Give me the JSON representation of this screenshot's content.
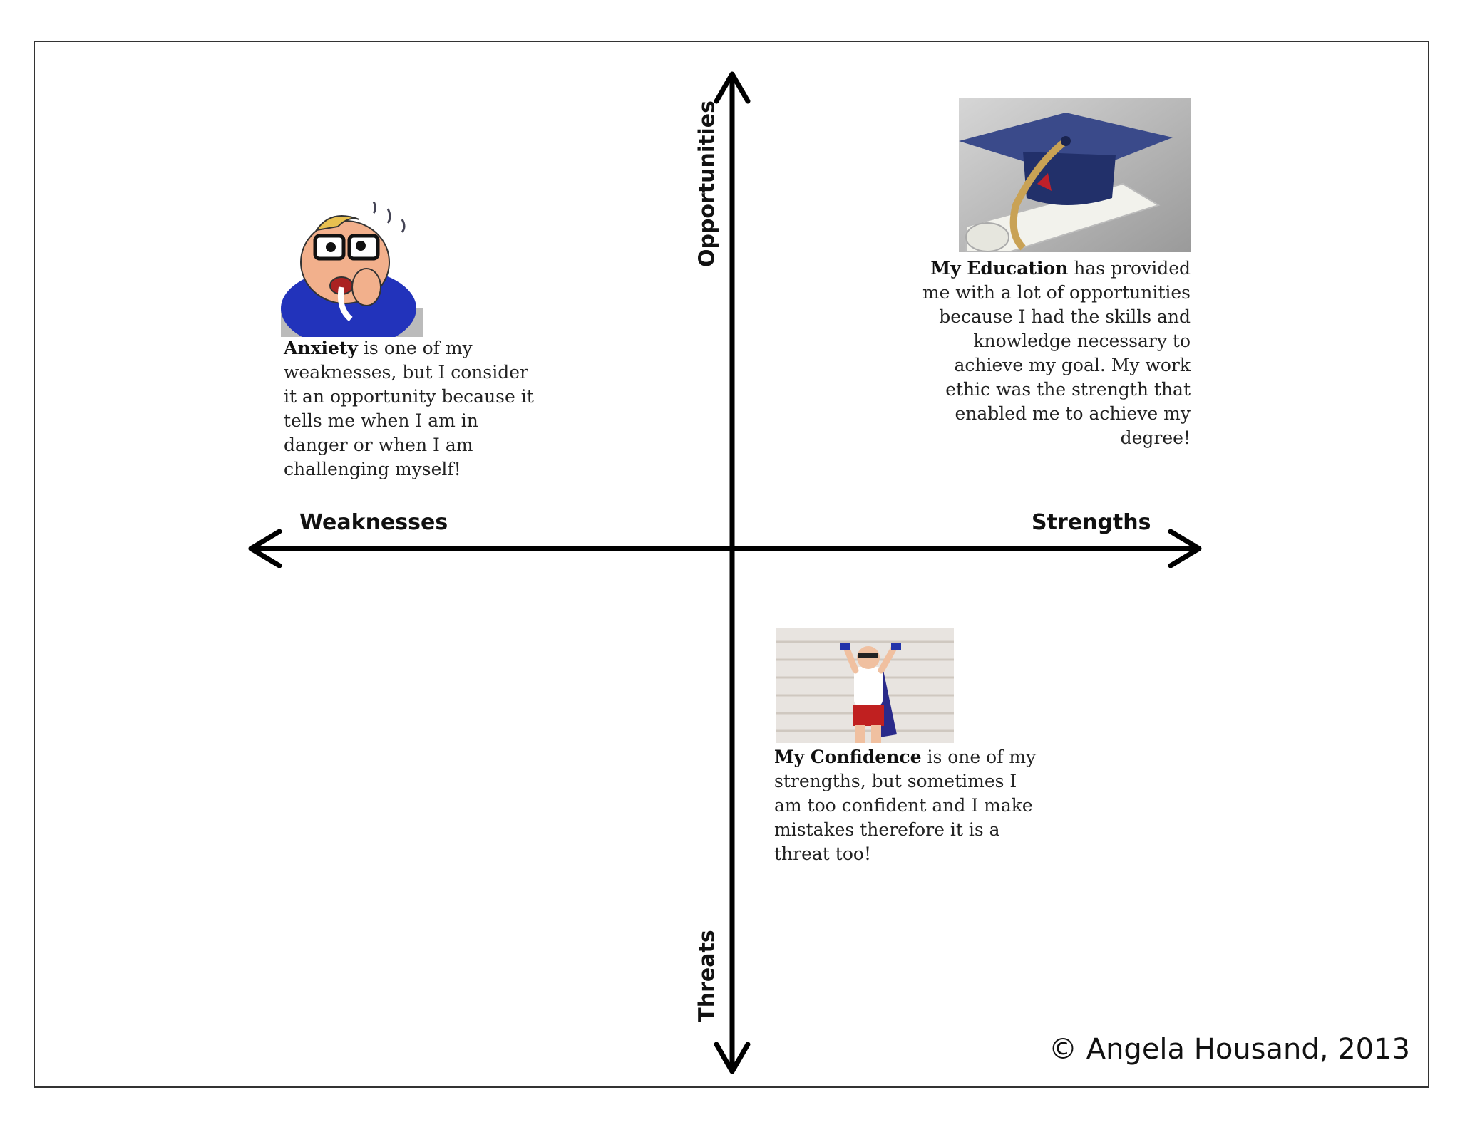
{
  "axes": {
    "left": "Weaknesses",
    "right": "Strengths",
    "top": "Opportunities",
    "bottom": "Threats"
  },
  "notes": {
    "anxiety": {
      "bold": "Anxiety",
      "text": " is one of my weaknesses, but I consider it an opportunity because it tells me when I am in danger or when I am challenging myself!"
    },
    "education": {
      "bold": "My Education",
      "text": " has provided me with a lot of opportunities because I had the skills and knowledge necessary to achieve my goal. My work ethic was the strength that enabled me to achieve my degree!"
    },
    "confidence": {
      "bold": "My Confidence",
      "text": " is one of my strengths, but sometimes I am too confident and I make mistakes therefore it is a threat too!"
    }
  },
  "images": {
    "anxiety": "anxious-cartoon-man-icon",
    "education": "graduation-cap-diploma-icon",
    "confidence": "superhero-kid-icon"
  },
  "copyright": "© Angela Housand, 2013"
}
